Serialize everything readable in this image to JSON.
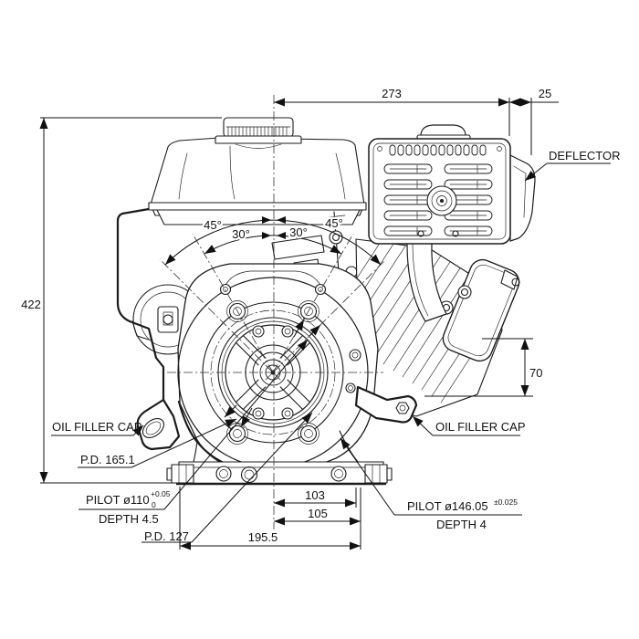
{
  "dimensions": {
    "overall_width": "273",
    "deflector_width": "25",
    "overall_height": "422",
    "pto_drop": "70",
    "mount_spacing_inner": "103",
    "mount_spacing_outer": "105",
    "base_length": "195.5"
  },
  "angles": {
    "left_outer": "45°",
    "left_inner": "30°",
    "right_inner": "30°",
    "right_outer": "45°"
  },
  "callouts": {
    "deflector": "DEFLECTOR",
    "oil_filler_cap_left": "OIL FILLER CAP",
    "oil_filler_cap_right": "OIL FILLER CAP",
    "pd_165": "P.D. 165.1",
    "pilot_110": "PILOT ø110",
    "pilot_110_tol_upper": "+0.05",
    "pilot_110_tol_lower": "0",
    "depth_4_5": "DEPTH 4.5",
    "pd_127": "P.D. 127",
    "pilot_146": "PILOT ø146.05",
    "pilot_146_tol": "±0.025",
    "depth_4": "DEPTH 4"
  }
}
